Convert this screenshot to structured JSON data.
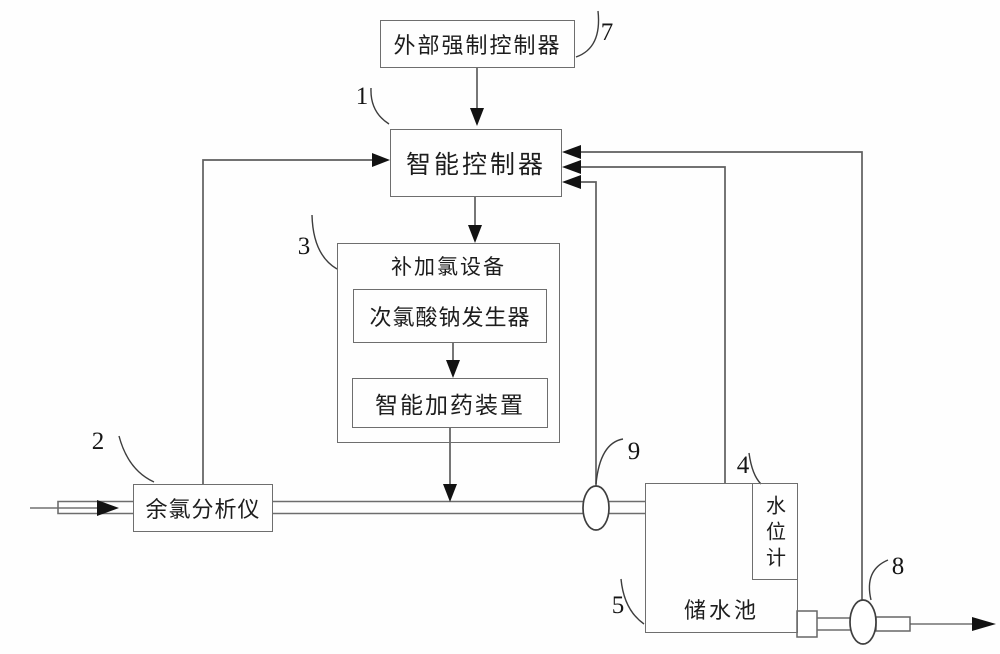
{
  "figure": {
    "kind": "block-schematic",
    "boxes": {
      "external_controller": {
        "label": "外部强制控制器",
        "ref": "7"
      },
      "smart_controller": {
        "label": "智能控制器",
        "ref": "1"
      },
      "chlorine_equipment": {
        "label": "补加氯设备",
        "ref": "3"
      },
      "hypochlorite_generator": {
        "label": "次氯酸钠发生器"
      },
      "dosing_device": {
        "label": "智能加药装置"
      },
      "chlorine_analyzer": {
        "label": "余氯分析仪",
        "ref": "2"
      },
      "storage_tank": {
        "label": "储水池",
        "ref": "5"
      },
      "water_level_gauge": {
        "label": "水位计",
        "ref": "4"
      }
    },
    "callouts": {
      "n1": "1",
      "n2": "2",
      "n3": "3",
      "n4": "4",
      "n5": "5",
      "n7": "7",
      "n8": "8",
      "n9": "9"
    },
    "symbols": {
      "inline_valve": {
        "ref": "9"
      },
      "outlet_valve": {
        "ref": "8"
      }
    },
    "edges": [
      {
        "from": "external_controller",
        "to": "smart_controller",
        "type": "arrow-down"
      },
      {
        "from": "smart_controller",
        "to": "chlorine_equipment",
        "type": "arrow-down"
      },
      {
        "from": "hypochlorite_generator",
        "to": "dosing_device",
        "type": "arrow-down"
      },
      {
        "from": "dosing_device",
        "to": "water_pipe",
        "type": "arrow-down"
      },
      {
        "from": "chlorine_analyzer",
        "to": "smart_controller",
        "type": "arrow-right"
      },
      {
        "from": "inline_valve_9",
        "to": "smart_controller",
        "type": "arrow-left"
      },
      {
        "from": "water_level_gauge",
        "to": "smart_controller",
        "type": "arrow-left"
      },
      {
        "from": "outlet_valve_8",
        "to": "smart_controller",
        "type": "arrow-left"
      },
      {
        "from": "water_inlet",
        "to": "chlorine_analyzer",
        "type": "flow-arrow"
      },
      {
        "from": "chlorine_analyzer",
        "to": "storage_tank",
        "type": "pipe"
      },
      {
        "from": "storage_tank",
        "to": "water_outlet",
        "type": "flow-arrow"
      }
    ],
    "colors": {
      "background": "#fefefe",
      "line": "#5e5e5e",
      "border": "#6e6e6e",
      "arrowhead": "#121212",
      "text": "#1d1d1d"
    }
  }
}
